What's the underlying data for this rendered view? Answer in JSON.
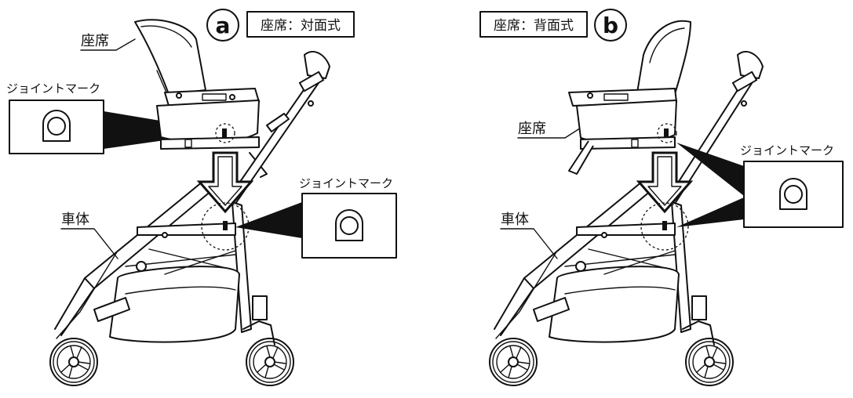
{
  "panel_a": {
    "badge": "a",
    "title": "座席：対面式",
    "seat_label": "座席",
    "joint_label_top": "ジョイントマーク",
    "joint_label_bottom": "ジョイントマーク",
    "body_label": "車体"
  },
  "panel_b": {
    "badge": "b",
    "title": "座席：背面式",
    "seat_label": "座席",
    "joint_label": "ジョイントマーク",
    "body_label": "車体"
  }
}
